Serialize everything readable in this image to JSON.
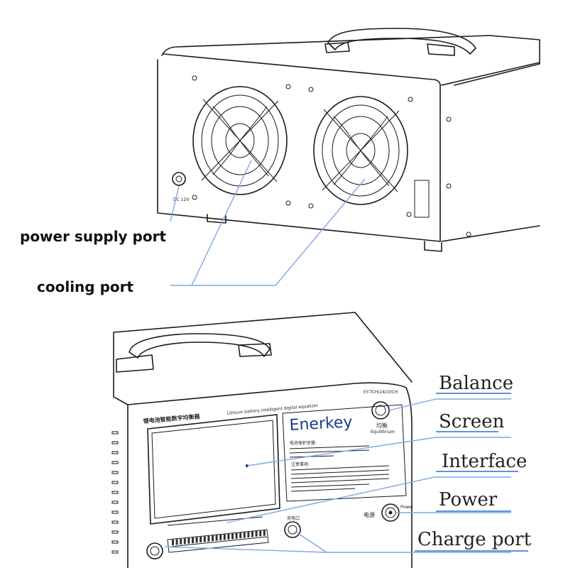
{
  "top_view": {
    "dc_label": "DC 12V",
    "labels": {
      "power_supply": "power supply port",
      "cooling": "cooling port"
    }
  },
  "front_view": {
    "panel_title_cn": "锂电池智能数字均衡器",
    "panel_title_en": "Lithium battery intelligent digital equalizer",
    "model": "EY-TCH/24/10CH",
    "brand": "Enerkey",
    "balance_cn": "均衡",
    "balance_en": "Equilibrium",
    "power_cn": "电源",
    "power_en": "Power",
    "info_heading": "电池保护步骤:",
    "notice_heading": "注意事项:",
    "charge_cn": "充电口",
    "labels": {
      "balance": "Balance",
      "screen": "Screen",
      "interface": "Interface",
      "power": "Power",
      "charge_port": "Charge port"
    }
  }
}
